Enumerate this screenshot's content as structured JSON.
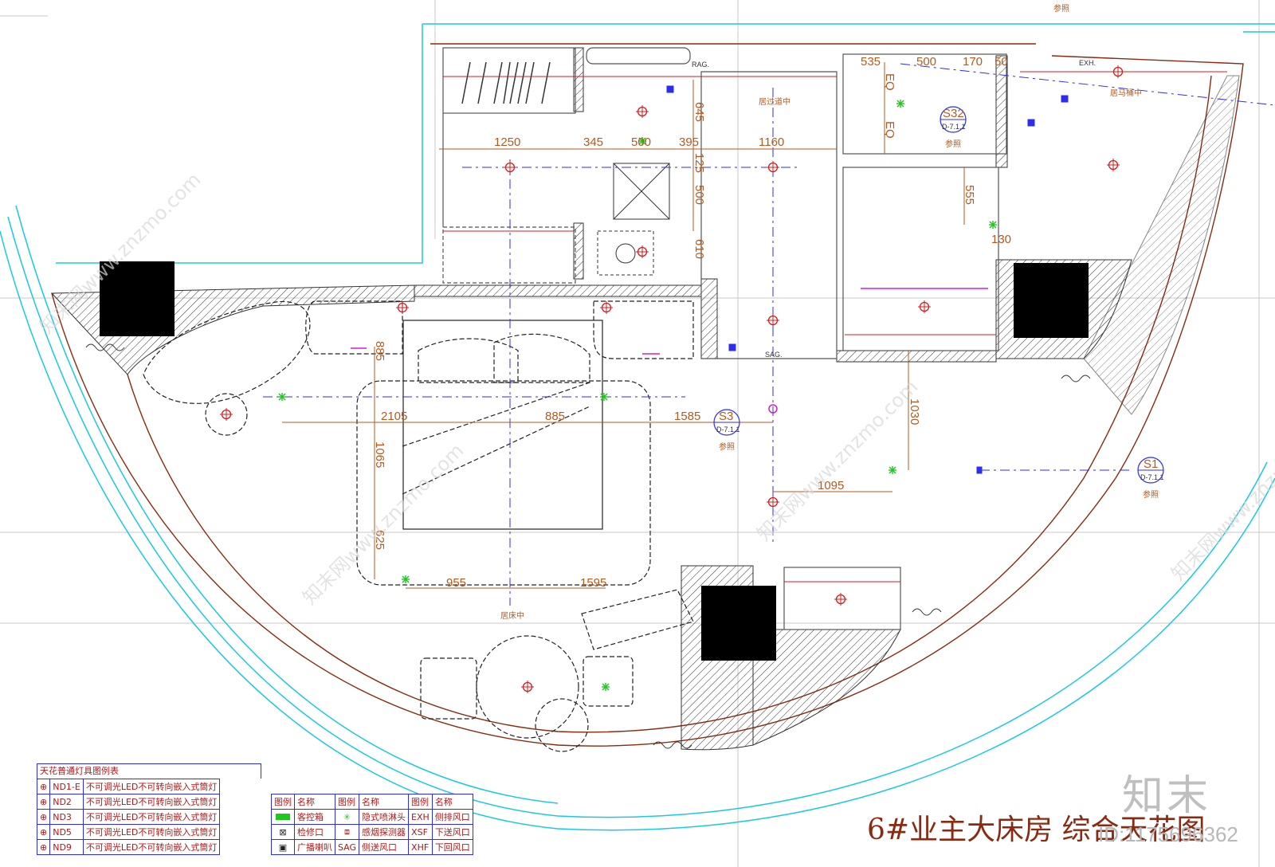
{
  "dimensions": {
    "d1250": "1250",
    "d345": "345",
    "d500a": "500",
    "d395": "395",
    "d1160": "1160",
    "d645": "645",
    "d125": "125",
    "d500b": "500",
    "d610": "610",
    "d535": "535",
    "d500c": "500",
    "d170": "170",
    "d50": "50",
    "dEQ1": "EQ",
    "dEQ2": "EQ",
    "d555": "555",
    "d130": "130",
    "d885a": "885",
    "d2105": "2105",
    "d885b": "885",
    "d1585": "1585",
    "d1065": "1065",
    "d625": "625",
    "d955": "955",
    "d1595": "1595",
    "d1030": "1030",
    "d1095": "1095"
  },
  "labels": {
    "rag": "RAG.",
    "exh": "EXH.",
    "sag": "SAG.",
    "corridor_center": "居过道中",
    "toilet_center": "居马桶中",
    "bed_center": "居床中"
  },
  "sections": [
    {
      "id": "S3",
      "ref": "D-7.1.1",
      "note": "参照"
    },
    {
      "id": "S1",
      "ref": "D-7.1.1",
      "note": "参照"
    },
    {
      "id": "S32",
      "ref": "D-7.1.1",
      "note": "参照"
    }
  ],
  "top_note": "参照",
  "legend_lights": {
    "title": "天花普通灯具图例表",
    "rows": [
      {
        "code": "ND1-E",
        "desc": "不可调光LED不可转向嵌入式筒灯"
      },
      {
        "code": "ND2",
        "desc": "不可调光LED不可转向嵌入式筒灯"
      },
      {
        "code": "ND3",
        "desc": "不可调光LED不可转向嵌入式筒灯"
      },
      {
        "code": "ND5",
        "desc": "不可调光LED不可转向嵌入式筒灯"
      },
      {
        "code": "ND9",
        "desc": "不可调光LED不可转向嵌入式筒灯"
      }
    ]
  },
  "legend_symbols": {
    "headers": [
      "图例",
      "名称",
      "图例",
      "名称",
      "图例",
      "名称"
    ],
    "rows": [
      [
        "",
        "客控箱",
        "",
        "隐式喷淋头",
        "EXH",
        "侧排风口"
      ],
      [
        "",
        "检修口",
        "",
        "感烟探测器",
        "XSF",
        "下送风口"
      ],
      [
        "",
        "广播喇叭",
        "SAG",
        "侧送风口",
        "XHF",
        "下回风口"
      ]
    ]
  },
  "drawing_title": "6#业主大床房 综合天花图",
  "brand": "知末",
  "id_text": "ID:1175696362",
  "watermark": "知末网www.znzmo.com",
  "colors": {
    "dim": "#b45a1e",
    "wall": "#8a2a10",
    "glass": "#19c8e6",
    "blue": "#2d2df0",
    "red": "#d21e1e",
    "green": "#1ec81e"
  }
}
